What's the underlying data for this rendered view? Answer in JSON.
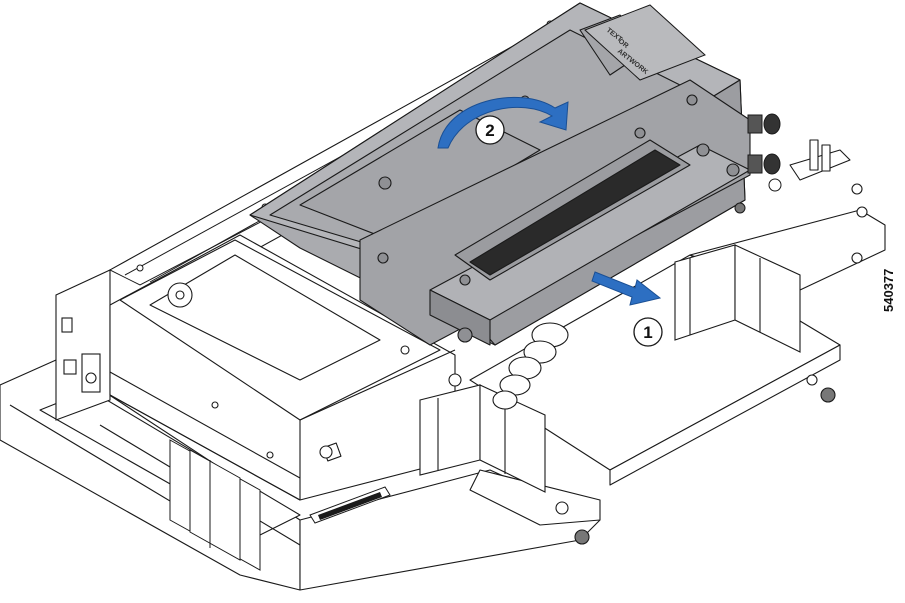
{
  "callouts": {
    "one": "1",
    "two": "2"
  },
  "lid_label": [
    "TEXT",
    "OR",
    "ARTWORK"
  ],
  "figure_id": "540377",
  "colors": {
    "arrow": "#2d6fc2",
    "housing": "#aaabaf",
    "housing_dark": "#8c8d91",
    "line": "#1a1a1a",
    "board": "#ffffff"
  }
}
